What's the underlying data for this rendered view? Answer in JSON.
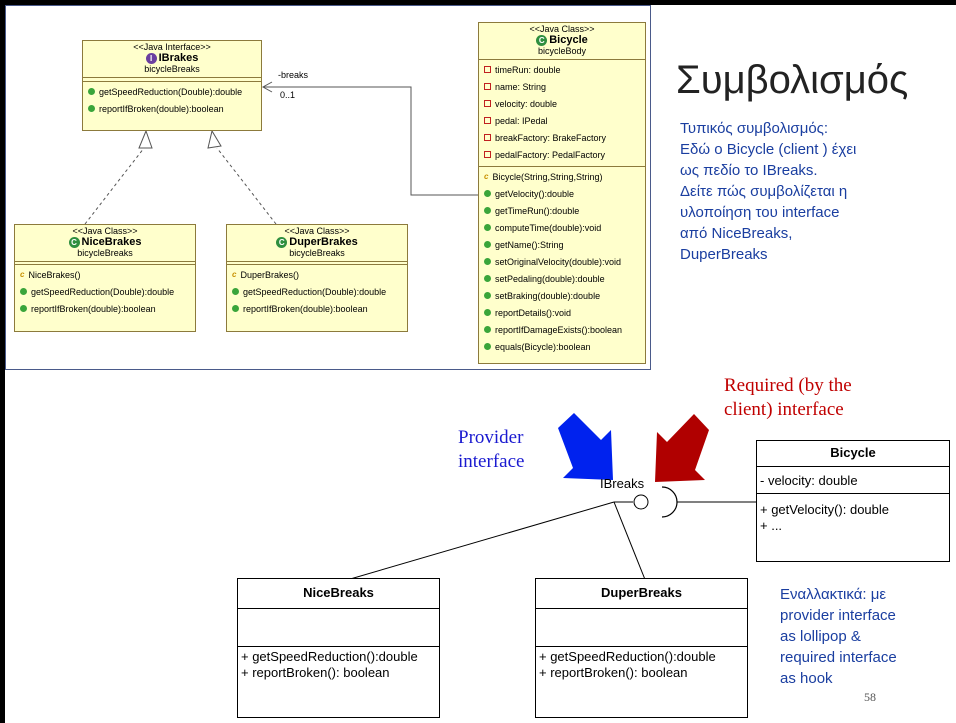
{
  "colors": {
    "uml_fill": "#ffffcc",
    "uml_border": "#8c7a3c",
    "desc_blue": "#1a3ea0",
    "required_red": "#c00000",
    "provider_blue": "#1a1ad0",
    "arrow_blue": "#0022ee",
    "arrow_red": "#b00000"
  },
  "title": "Συμβολισμός",
  "description": [
    "Τυπικός συμβολισμός:",
    "Εδώ ο Bicycle (client ) έχει",
    "ως πεδίο το IBreaks.",
    "Δείτε πώς συμβολίζεται η",
    "υλοποίηση του interface",
    "από NiceBreaks,",
    "DuperBreaks"
  ],
  "alternative": [
    "Εναλλακτικά: με",
    "provider interface",
    "as lollipop &",
    "required interface",
    "as hook"
  ],
  "page_number": "58",
  "required_label": [
    "Required  (by the",
    "client) interface"
  ],
  "provider_label": [
    "Provider",
    "interface"
  ],
  "top_diagram": {
    "ibrakes": {
      "stereotype": "<<Java Interface>>",
      "badge": "I",
      "name": "IBrakes",
      "package": "bicycleBreaks",
      "methods": [
        "getSpeedReduction(Double):double",
        "reportIfBroken(double):boolean"
      ]
    },
    "bicycle": {
      "stereotype": "<<Java Class>>",
      "badge": "C",
      "name": "Bicycle",
      "package": "bicycleBody",
      "fields": [
        "timeRun: double",
        "name: String",
        "velocity: double",
        "pedal: IPedal",
        "breakFactory: BrakeFactory",
        "pedalFactory: PedalFactory"
      ],
      "constructor": "Bicycle(String,String,String)",
      "methods": [
        "getVelocity():double",
        "getTimeRun():double",
        "computeTime(double):void",
        "getName():String",
        "setOriginalVelocity(double):void",
        "setPedaling(double):double",
        "setBraking(double):double",
        "reportDetails():void",
        "reportIfDamageExists():boolean",
        "equals(Bicycle):boolean"
      ]
    },
    "nicebrakes": {
      "stereotype": "<<Java Class>>",
      "badge": "C",
      "name": "NiceBrakes",
      "package": "bicycleBreaks",
      "constructor": "NiceBrakes()",
      "methods": [
        "getSpeedReduction(Double):double",
        "reportIfBroken(double):boolean"
      ]
    },
    "duperbrakes": {
      "stereotype": "<<Java Class>>",
      "badge": "C",
      "name": "DuperBrakes",
      "package": "bicycleBreaks",
      "constructor": "DuperBrakes()",
      "methods": [
        "getSpeedReduction(Double):double",
        "reportIfBroken(double):boolean"
      ]
    },
    "association_role": "-breaks",
    "association_mult": "0..1"
  },
  "bottom_diagram": {
    "interface_label": "IBreaks",
    "bicycle": {
      "name": "Bicycle",
      "attributes": [
        "- velocity: double"
      ],
      "operations": [
        "+ getVelocity(): double",
        "+ ..."
      ]
    },
    "nicebreaks": {
      "name": "NiceBreaks",
      "operations": [
        "+ getSpeedReduction():double",
        "+ reportBroken(): boolean"
      ]
    },
    "duperbreaks": {
      "name": "DuperBreaks",
      "operations": [
        "+ getSpeedReduction():double",
        "+ reportBroken(): boolean"
      ]
    }
  }
}
